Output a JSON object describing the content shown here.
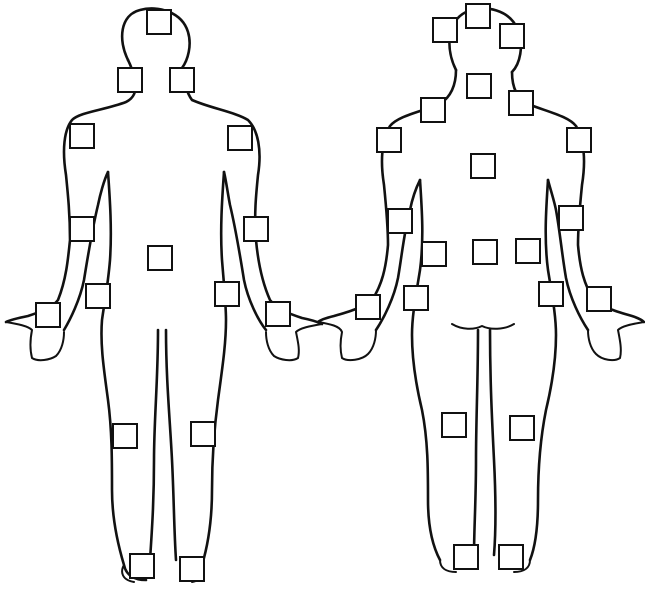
{
  "diagram": {
    "views": [
      "front-view",
      "back-view"
    ],
    "line_color": "#111111",
    "background": "#ffffff",
    "box_style": "empty checkbox",
    "front_checkboxes": [
      "forehead",
      "left-neck",
      "right-neck",
      "left-shoulder",
      "right-shoulder",
      "left-upper-arm",
      "right-upper-arm",
      "abdomen",
      "left-forearm",
      "right-forearm",
      "left-hand",
      "right-hand",
      "left-knee",
      "right-knee",
      "left-foot",
      "right-foot"
    ],
    "back_checkboxes": [
      "left-head",
      "top-head",
      "right-head",
      "neck",
      "left-upper-back",
      "right-upper-back",
      "left-shoulder",
      "right-shoulder",
      "mid-back",
      "left-arm",
      "right-arm",
      "left-lower-back",
      "center-lower-back",
      "right-lower-back",
      "left-forearm",
      "right-forearm",
      "left-hand",
      "right-hand",
      "left-calf",
      "right-calf",
      "left-heel",
      "right-heel"
    ]
  }
}
